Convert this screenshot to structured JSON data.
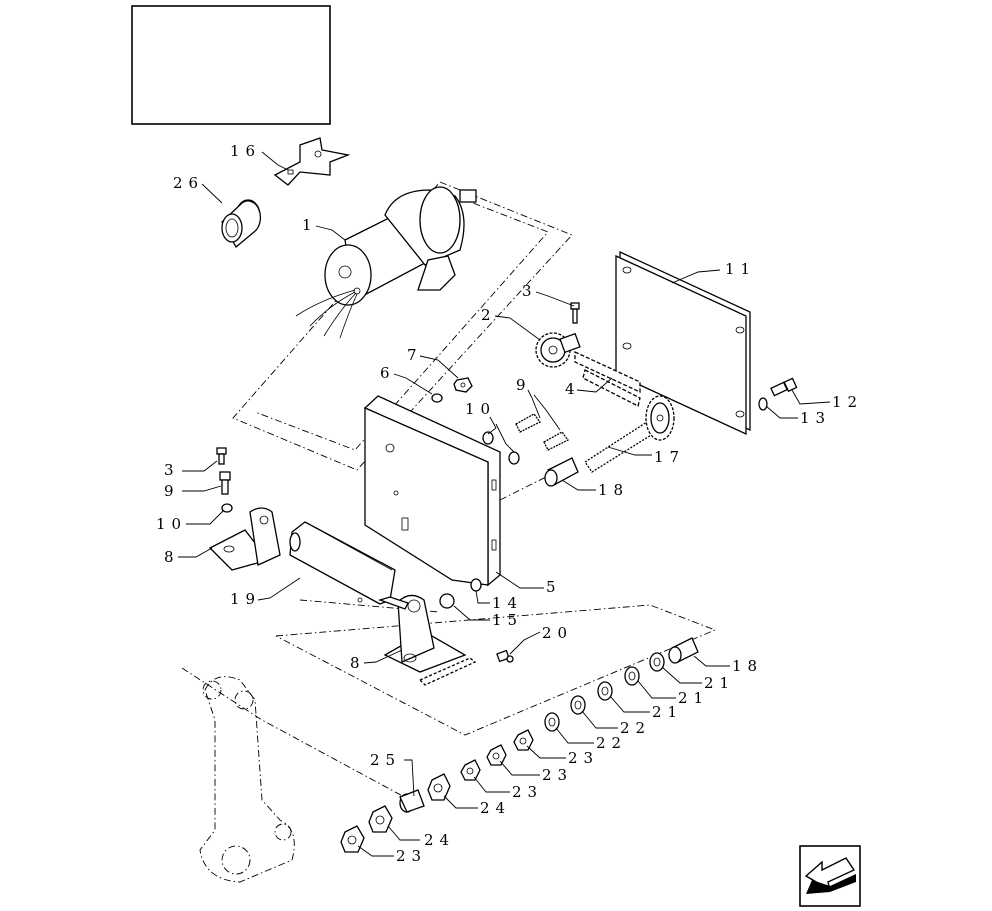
{
  "callouts": {
    "c1": "1",
    "c2": "2",
    "c3a": "3",
    "c3b": "3",
    "c4": "4",
    "c5": "5",
    "c6": "6",
    "c7": "7",
    "c8a": "8",
    "c8b": "8",
    "c9a": "9",
    "c9b": "9",
    "c10a": "10",
    "c10b": "10",
    "c11": "11",
    "c12": "12",
    "c13": "13",
    "c14": "14",
    "c15": "15",
    "c16": "16",
    "c17": "17",
    "c18a": "18",
    "c18b": "18",
    "c19": "19",
    "c20": "20",
    "c21a": "21",
    "c21b": "21",
    "c21c": "21",
    "c22a": "22",
    "c22b": "22",
    "c23a": "23",
    "c23b": "23",
    "c23c": "23",
    "c23d": "23",
    "c24a": "24",
    "c24b": "24",
    "c25": "25",
    "c26": "26"
  },
  "icons": {
    "title_frame": "blank-title-box",
    "navigation": "arrow-back-icon"
  }
}
